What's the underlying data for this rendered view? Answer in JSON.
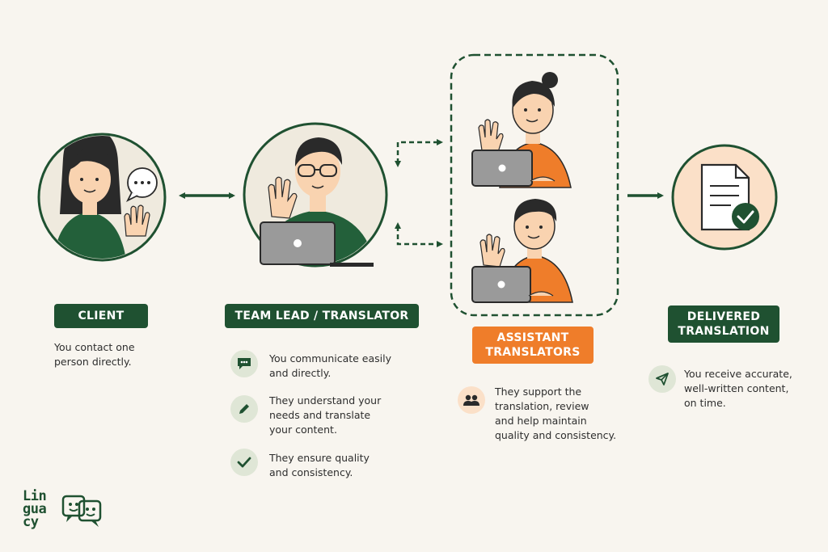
{
  "nodes": {
    "client": {
      "label": "CLIENT",
      "description": [
        "You contact one",
        "person directly."
      ]
    },
    "team_lead": {
      "label": "TEAM LEAD / TRANSLATOR",
      "points": [
        {
          "icon": "chat-bubble-icon",
          "lines": [
            "You communicate easily",
            "and directly."
          ]
        },
        {
          "icon": "pencil-icon",
          "lines": [
            "They understand your",
            "needs and translate",
            "your content."
          ]
        },
        {
          "icon": "checkmark-icon",
          "lines": [
            "They ensure quality",
            "and consistency."
          ]
        }
      ]
    },
    "assistants": {
      "label": [
        "ASSISTANT",
        "TRANSLATORS"
      ],
      "point": {
        "icon": "people-icon",
        "lines": [
          "They support the",
          "translation, review",
          "and help maintain",
          "quality and consistency."
        ]
      }
    },
    "delivered": {
      "label": [
        "DELIVERED",
        "TRANSLATION"
      ],
      "point": {
        "icon": "paper-plane-icon",
        "lines": [
          "You receive accurate,",
          "well-written content,",
          "on time."
        ]
      }
    }
  },
  "logo": {
    "lines": [
      "Lin",
      "gua",
      "cy"
    ]
  },
  "colors": {
    "background": "#f8f5ef",
    "brand_green": "#1f5131",
    "accent_orange": "#ef7d2a",
    "skin": "#f9d3b0",
    "hair": "#2a2a2a",
    "laptop": "#9a9a9a"
  }
}
